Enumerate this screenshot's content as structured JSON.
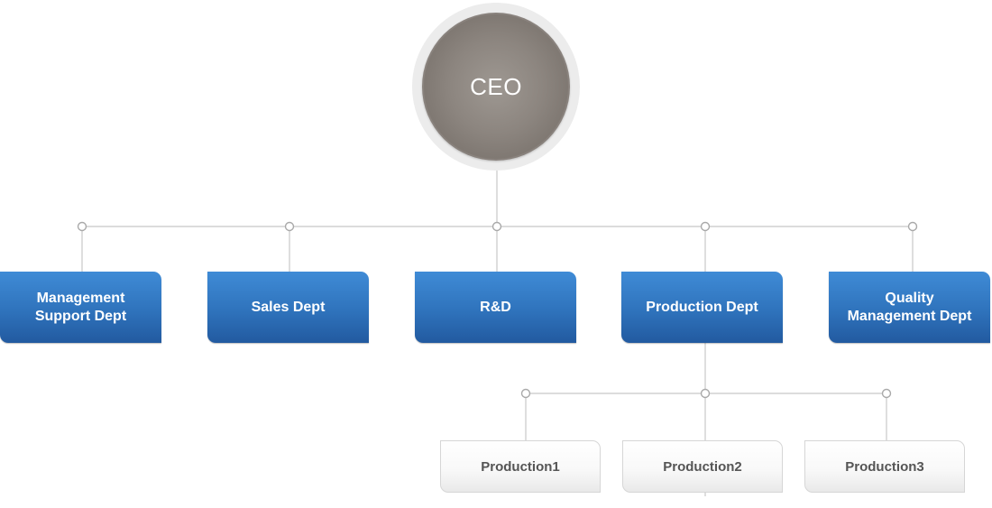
{
  "ceo": {
    "label": "CEO"
  },
  "departments": [
    {
      "label": "Management\nSupport Dept"
    },
    {
      "label": "Sales Dept"
    },
    {
      "label": "R&D"
    },
    {
      "label": "Production Dept"
    },
    {
      "label": "Quality\nManagement Dept"
    }
  ],
  "production_units": [
    {
      "label": "Production1"
    },
    {
      "label": "Production2"
    },
    {
      "label": "Production3"
    }
  ],
  "colors": {
    "dept_blue": "#2f73bc",
    "ceo_gray": "#8c857f",
    "connector": "#c8c8c8"
  }
}
